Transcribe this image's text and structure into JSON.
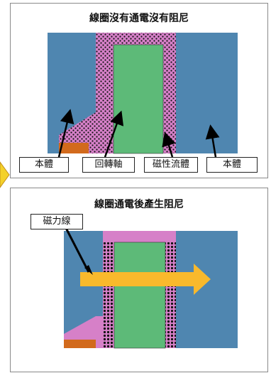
{
  "panel_top": {
    "title": "線圈沒有通電沒有阻尼",
    "labels": {
      "body_left": "本體",
      "rotor_shaft": "回轉軸",
      "mr_fluid": "磁性流體",
      "body_right": "本體"
    }
  },
  "panel_bottom": {
    "title": "線圈通電後產生阻尼",
    "flux_label": "磁力線"
  },
  "colors": {
    "body": "#4f86b0",
    "fluid": "#d680c8",
    "shaft": "#5dba78",
    "coil": "#d26a1c",
    "flux_arrow": "#f9b92c",
    "marker": "#f4d12a"
  }
}
